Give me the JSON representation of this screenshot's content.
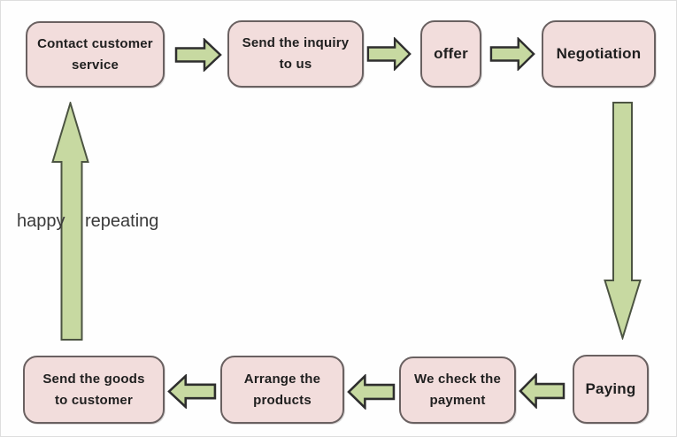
{
  "diagram": {
    "type": "flowchart",
    "description": "Order process loop flowchart"
  },
  "nodes": {
    "contact": {
      "line1": "Contact customer",
      "line2": "service"
    },
    "inquiry": {
      "line1": "Send the inquiry",
      "line2": "to us"
    },
    "offer": {
      "label": "offer"
    },
    "negotiation": {
      "label": "Negotiation"
    },
    "paying": {
      "label": "Paying"
    },
    "check": {
      "line1": "We check the",
      "line2": "payment"
    },
    "arrange": {
      "line1": "Arrange the",
      "line2": "products"
    },
    "send_goods": {
      "line1": "Send the goods",
      "line2": "to customer"
    }
  },
  "loop_label": {
    "left": "happy",
    "right": "repeating"
  },
  "flow": [
    {
      "from": "Contact customer service",
      "to": "Send the inquiry to us"
    },
    {
      "from": "Send the inquiry to us",
      "to": "offer"
    },
    {
      "from": "offer",
      "to": "Negotiation"
    },
    {
      "from": "Negotiation",
      "to": "Paying"
    },
    {
      "from": "Paying",
      "to": "We check the payment"
    },
    {
      "from": "We check the payment",
      "to": "Arrange the products"
    },
    {
      "from": "Arrange the products",
      "to": "Send the goods to customer"
    },
    {
      "from": "Send the goods to customer",
      "to": "Contact customer service",
      "label": "happy repeating"
    }
  ],
  "colors": {
    "node_fill": "#f2dddc",
    "node_border": "#6a6161",
    "node_text": "#1f1f1f",
    "arrow_fill": "#c7d9a1",
    "arrow_outline_h": "#2e2e2e",
    "arrow_outline_v": "#4c5442",
    "loop_text": "#3a3a3a",
    "background": "#fefefe"
  }
}
